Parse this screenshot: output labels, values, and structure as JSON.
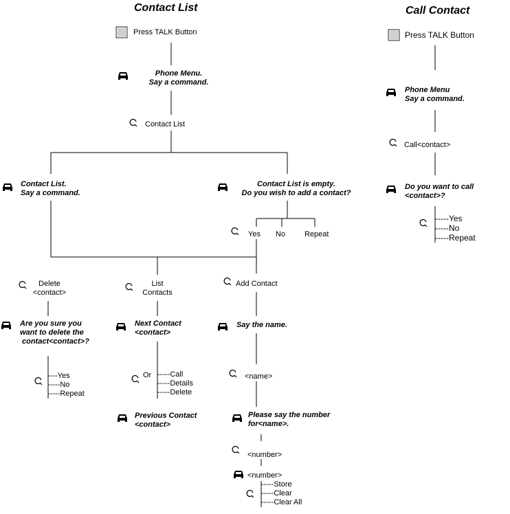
{
  "contact_list": {
    "title": "Contact List",
    "press_talk": "Press TALK Button",
    "phone_menu": [
      "Phone Menu.",
      "Say a command."
    ],
    "contact_list_cmd": "Contact List",
    "left_prompt": [
      "Contact List.",
      "Say a command."
    ],
    "empty_prompt": [
      "Contact List is empty.",
      "Do you wish to add a contact?"
    ],
    "empty_options": [
      "Yes",
      "No",
      "Repeat"
    ],
    "delete": {
      "command": [
        "Delete",
        "<contact>"
      ],
      "prompt": [
        "Are you sure you",
        "want to delete the",
        "contact<contact>?"
      ],
      "options": [
        "----Yes",
        "-----No",
        "-----Repeat"
      ]
    },
    "list": {
      "command": [
        "List",
        "Contacts"
      ],
      "prompt": [
        "Next Contact",
        "<contact>"
      ],
      "or_label": "Or",
      "options": [
        "-----Call",
        "-----Details",
        "-----Delete"
      ],
      "previous": [
        "Previous Contact",
        "<contact>"
      ]
    },
    "add": {
      "command": "Add Contact",
      "say_name": "Say the name.",
      "name_cmd": "<name>",
      "number_prompt": [
        "Please say the number",
        "for<name>."
      ],
      "number_cmd": "<number>",
      "number_echo": "<number>",
      "options": [
        "-----Store",
        "-----Clear",
        "-----Clear All"
      ]
    }
  },
  "call_contact": {
    "title": "Call Contact",
    "press_talk": "Press TALK Button",
    "phone_menu": [
      "Phone Menu",
      "Say a command."
    ],
    "call_cmd": "Call<contact>",
    "prompt": [
      "Do you want to call",
      "<contact>?"
    ],
    "options": [
      "-----Yes",
      "-----No",
      "-----Repeat"
    ]
  },
  "icons": {
    "button": "talk-button-icon",
    "system": "car-icon",
    "voice": "voice-command-icon"
  }
}
